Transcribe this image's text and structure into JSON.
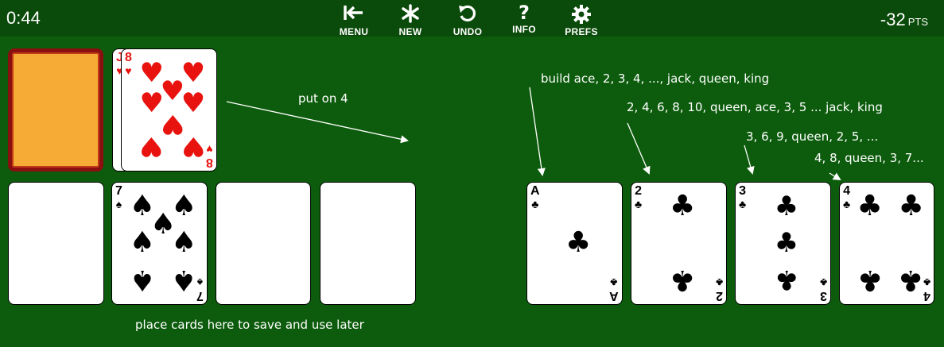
{
  "toolbar": {
    "timer": "0:44",
    "score_value": "-32",
    "score_unit": "PTS",
    "menu_label": "MENU",
    "new_label": "NEW",
    "undo_label": "UNDO",
    "info_label": "INFO",
    "prefs_label": "PREFS",
    "info_glyph": "?"
  },
  "stock": {
    "icon": "card-back"
  },
  "waste": {
    "under_rank": "J",
    "top_card": {
      "rank": "8",
      "suit": "♥",
      "color": "#e8130f"
    }
  },
  "reserve": {
    "slots": [
      {
        "rank": "",
        "suit": ""
      },
      {
        "rank": "7",
        "suit": "♠"
      },
      {
        "rank": "",
        "suit": ""
      },
      {
        "rank": "",
        "suit": ""
      }
    ]
  },
  "foundations": [
    {
      "rank": "A",
      "suit": "♣",
      "hint": "build ace, 2, 3, 4, ..., jack, queen, king"
    },
    {
      "rank": "2",
      "suit": "♣",
      "hint": "2, 4, 6, 8, 10, queen, ace, 3, 5 ... jack, king"
    },
    {
      "rank": "3",
      "suit": "♣",
      "hint": "3, 6, 9, queen, 2, 5, ..."
    },
    {
      "rank": "4",
      "suit": "♣",
      "hint": "4, 8, queen, 3, 7..."
    }
  ],
  "instructions": {
    "put_on": "put on 4",
    "reserve_note": "place cards here to save and use later"
  },
  "colors": {
    "felt": "#0d5c0d",
    "bar": "#0a4a0a",
    "card_back": "#f5ab35",
    "card_back_border": "#8a0f0f",
    "red_suit": "#e8130f"
  }
}
